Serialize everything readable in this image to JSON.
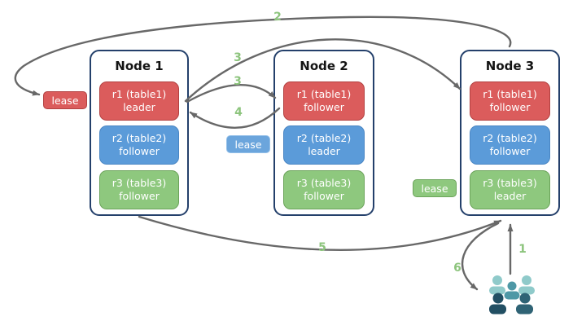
{
  "diagram": {
    "nodes": [
      {
        "title": "Node 1",
        "replicas": [
          {
            "name": "r1 (table1)",
            "role": "leader",
            "color": "#DB5C5C"
          },
          {
            "name": "r2 (table2)",
            "role": "follower",
            "color": "#5B9BD9"
          },
          {
            "name": "r3 (table3)",
            "role": "follower",
            "color": "#8EC87E"
          }
        ]
      },
      {
        "title": "Node 2",
        "replicas": [
          {
            "name": "r1 (table1)",
            "role": "follower",
            "color": "#DB5C5C"
          },
          {
            "name": "r2 (table2)",
            "role": "leader",
            "color": "#5B9BD9"
          },
          {
            "name": "r3 (table3)",
            "role": "follower",
            "color": "#8EC87E"
          }
        ]
      },
      {
        "title": "Node 3",
        "replicas": [
          {
            "name": "r1 (table1)",
            "role": "follower",
            "color": "#DB5C5C"
          },
          {
            "name": "r2 (table2)",
            "role": "follower",
            "color": "#5B9BD9"
          },
          {
            "name": "r3 (table3)",
            "role": "leader",
            "color": "#8EC87E"
          }
        ]
      }
    ],
    "leases": [
      {
        "label": "lease",
        "color": "#DB5C5C",
        "near": "node1-r1-leader"
      },
      {
        "label": "lease",
        "color": "#6BA5DC",
        "near": "node2-r2-leader"
      },
      {
        "label": "lease",
        "color": "#8EC87E",
        "near": "node3-r3-leader"
      }
    ],
    "step_labels": {
      "step1": "1",
      "step2": "2",
      "step3a": "3",
      "step3b": "3",
      "step4": "4",
      "step5": "5",
      "step6": "6"
    },
    "arrows": [
      {
        "step": "1",
        "from": "users",
        "to": "node3"
      },
      {
        "step": "2",
        "from": "node3",
        "to": "lease-red"
      },
      {
        "step": "3",
        "from": "node1-r1",
        "to": "node2-r1"
      },
      {
        "step": "3",
        "from": "node1-r1",
        "to": "node3-r1"
      },
      {
        "step": "4",
        "from": "node2-r1",
        "to": "node1-r1"
      },
      {
        "step": "5",
        "from": "node1",
        "to": "node3"
      },
      {
        "step": "6",
        "from": "node3",
        "to": "users"
      }
    ],
    "icons": {
      "users_group": "group-of-users"
    },
    "colors": {
      "node_border": "#24406B",
      "replica_red": "#DB5C5C",
      "replica_blue": "#5B9BD9",
      "replica_green": "#8EC87E",
      "arrow_gray": "#686868",
      "step_green": "#8CC47C",
      "users_light_teal": "#8FCACA",
      "users_mid_teal": "#4E98A6",
      "users_dark_left": "#224F63",
      "users_dark_right": "#2F6375"
    }
  }
}
